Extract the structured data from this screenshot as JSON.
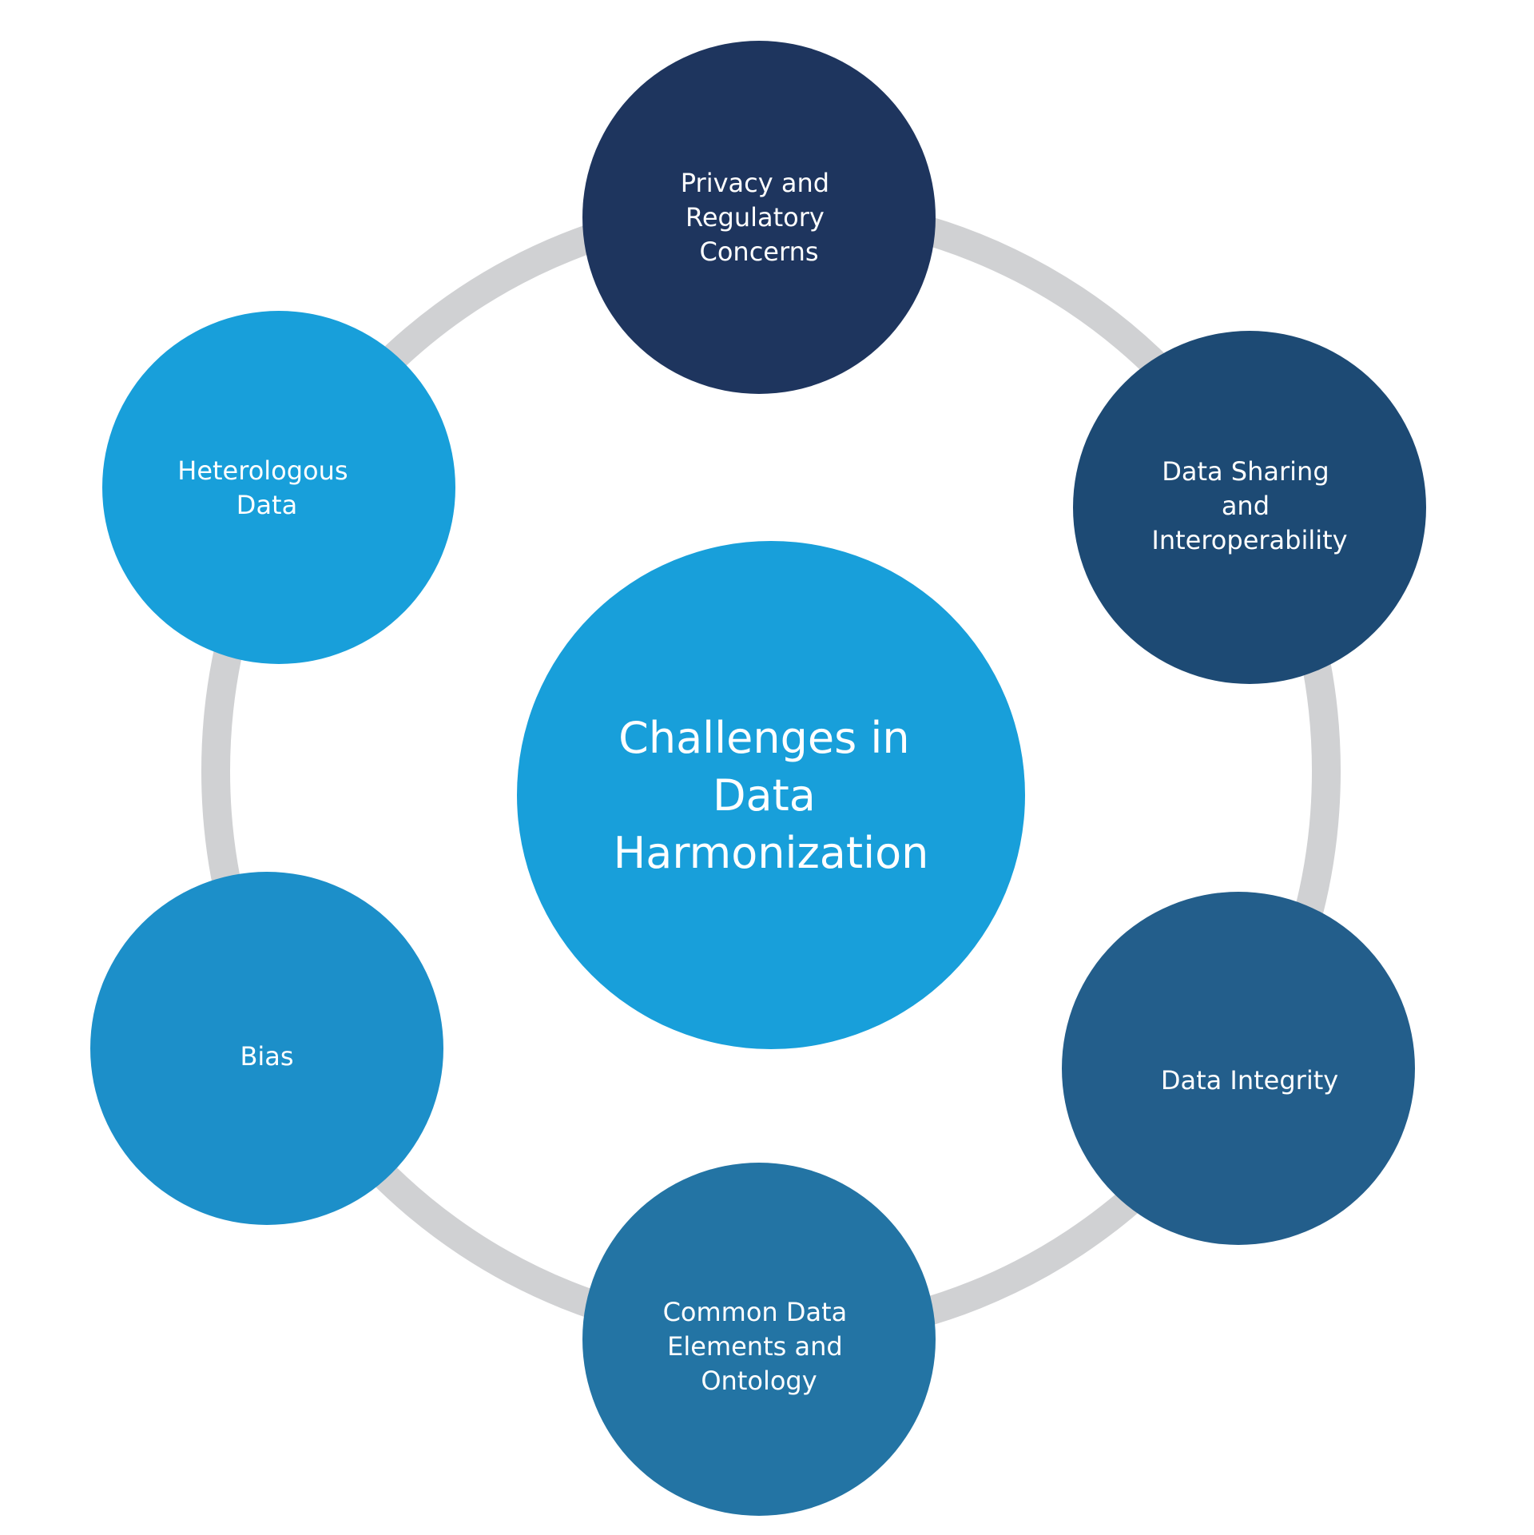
{
  "diagram": {
    "center": {
      "lines": [
        "Challenges in",
        "Data",
        "Harmonization"
      ],
      "color": "#189fda"
    },
    "ring_color": "#d0d1d3",
    "nodes": [
      {
        "id": "privacy",
        "lines": [
          "Privacy and",
          "Regulatory",
          "Concerns"
        ],
        "color": "#1e355e"
      },
      {
        "id": "data-sharing",
        "lines": [
          "Data Sharing",
          "and",
          "Interoperability"
        ],
        "color": "#1d4a74"
      },
      {
        "id": "data-integrity",
        "lines": [
          "Data Integrity"
        ],
        "color": "#235e8b"
      },
      {
        "id": "common-data-elements",
        "lines": [
          "Common Data",
          "Elements and",
          "Ontology"
        ],
        "color": "#2374a4"
      },
      {
        "id": "bias",
        "lines": [
          "Bias"
        ],
        "color": "#1c8fc9"
      },
      {
        "id": "heterologous",
        "lines": [
          "Heterologous",
          "Data"
        ],
        "color": "#189fda"
      }
    ]
  }
}
